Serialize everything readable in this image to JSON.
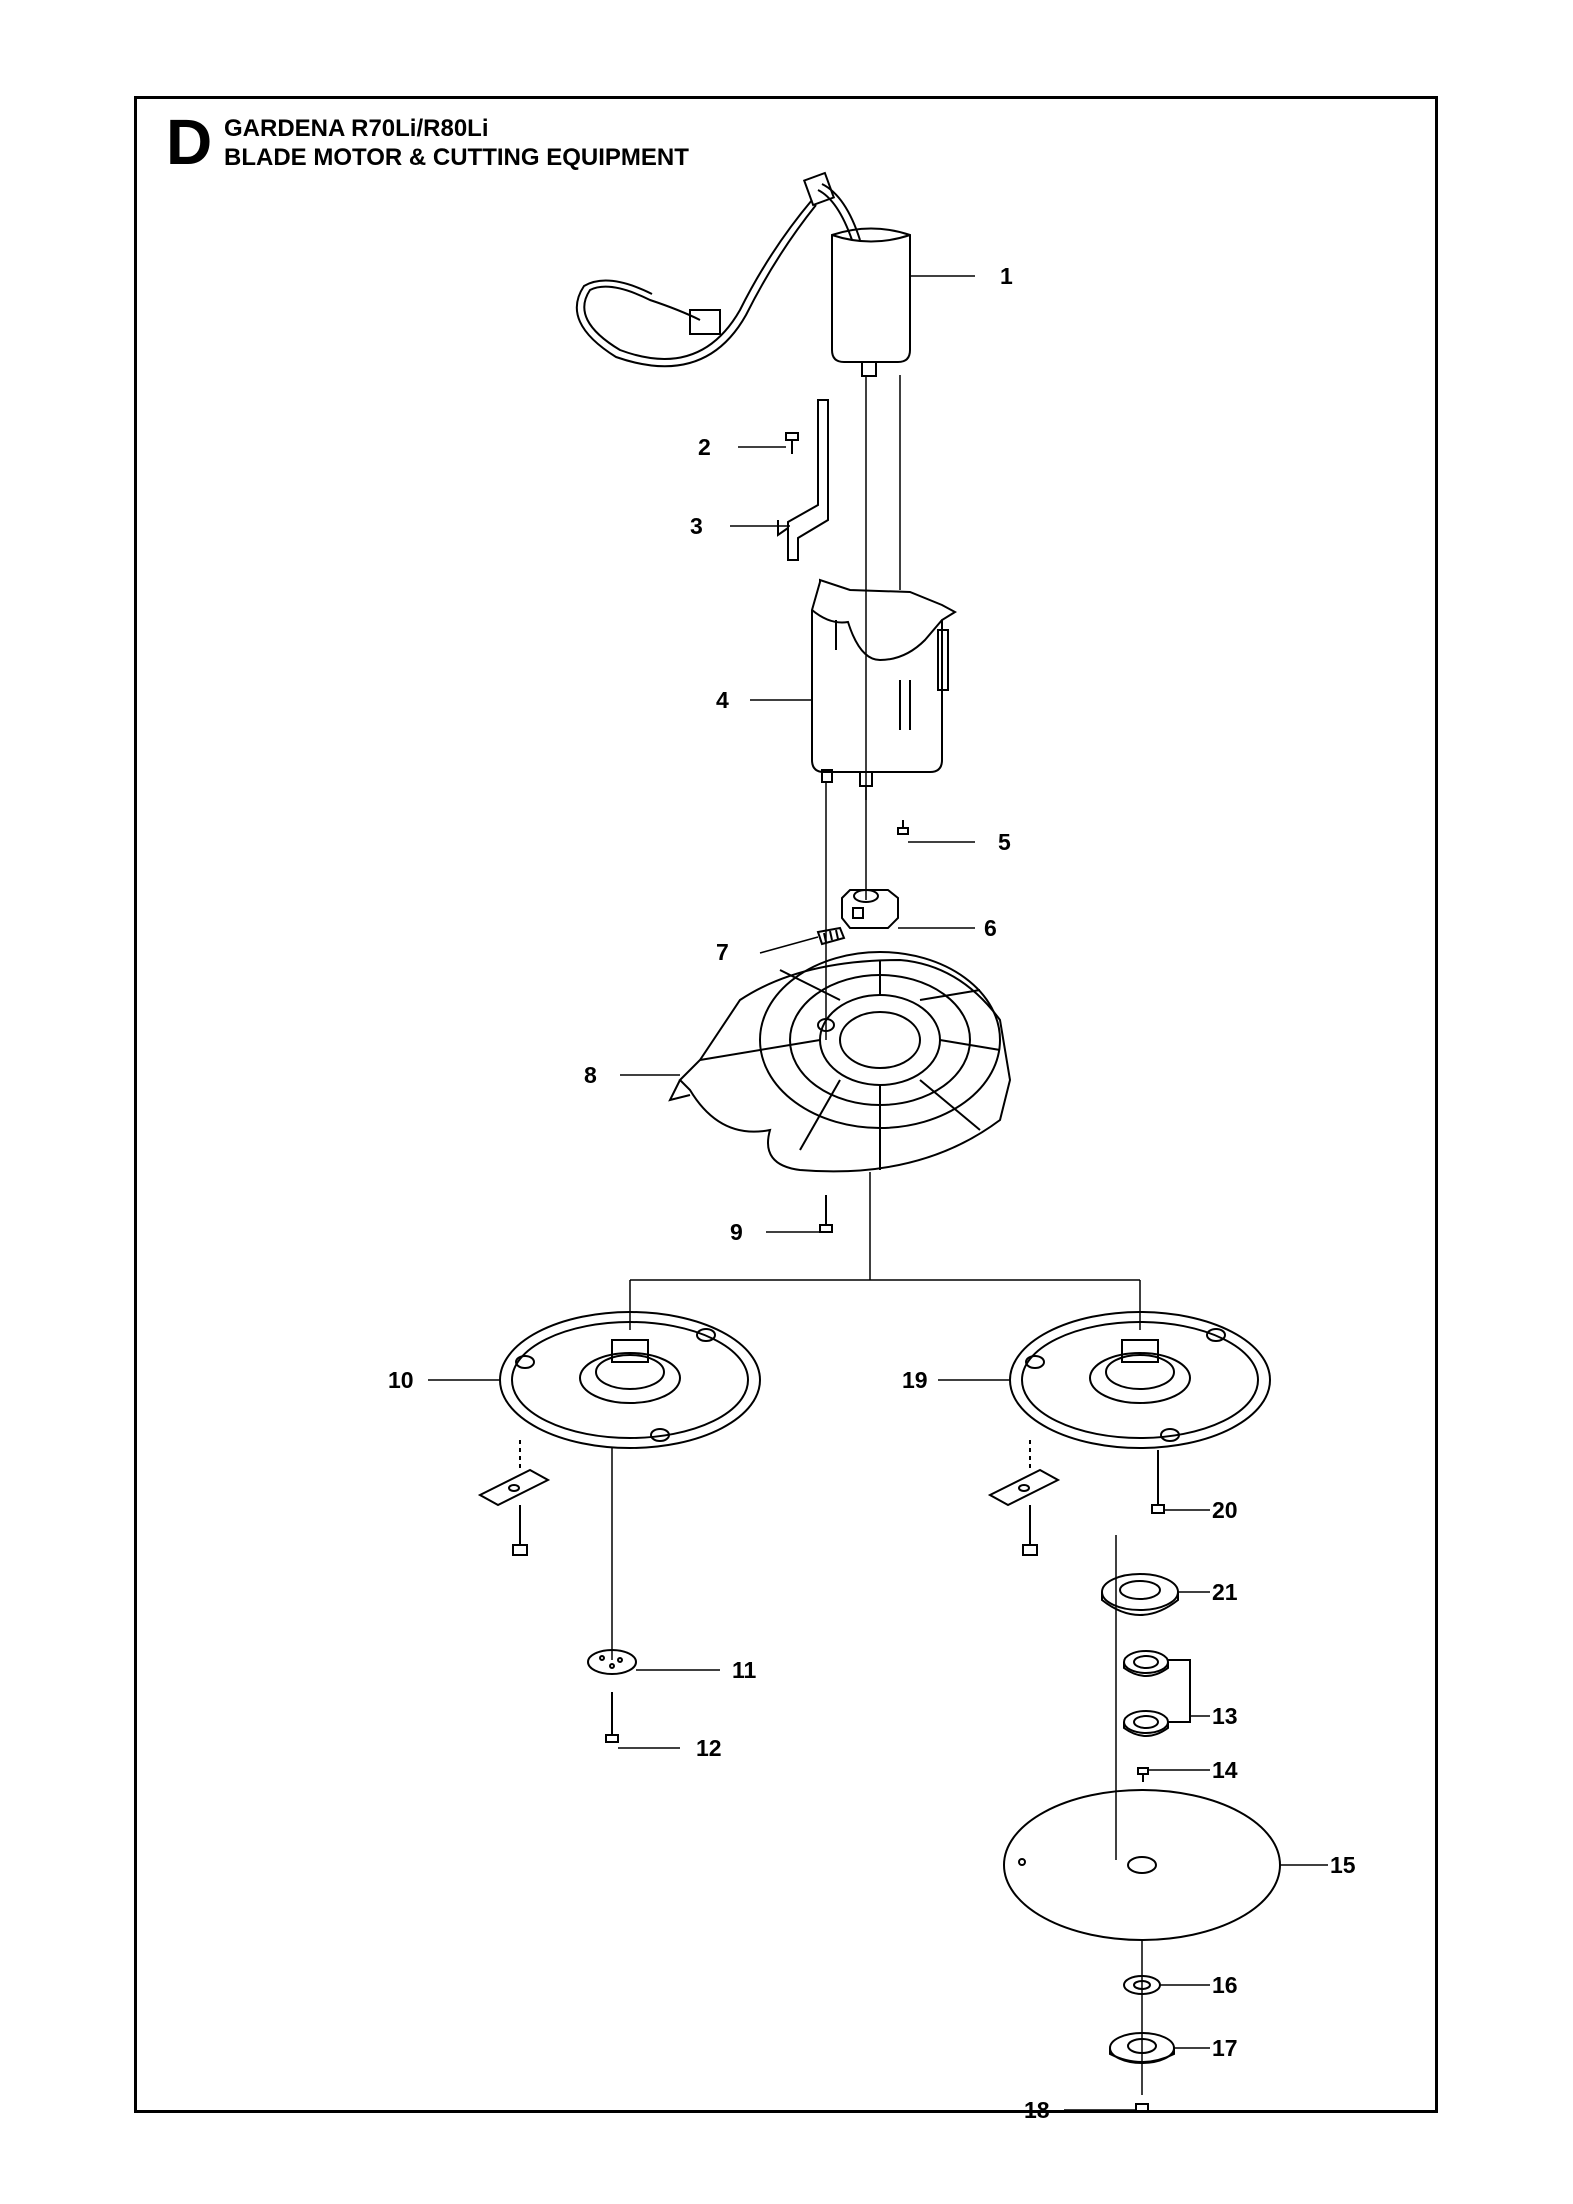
{
  "header": {
    "section": "D",
    "model": "GARDENA  R70Li/R80Li",
    "title": "BLADE MOTOR & CUTTING EQUIPMENT"
  },
  "callouts": [
    "1",
    "2",
    "3",
    "4",
    "5",
    "6",
    "7",
    "8",
    "9",
    "10",
    "11",
    "12",
    "13",
    "14",
    "15",
    "16",
    "17",
    "18",
    "19",
    "20",
    "21"
  ]
}
